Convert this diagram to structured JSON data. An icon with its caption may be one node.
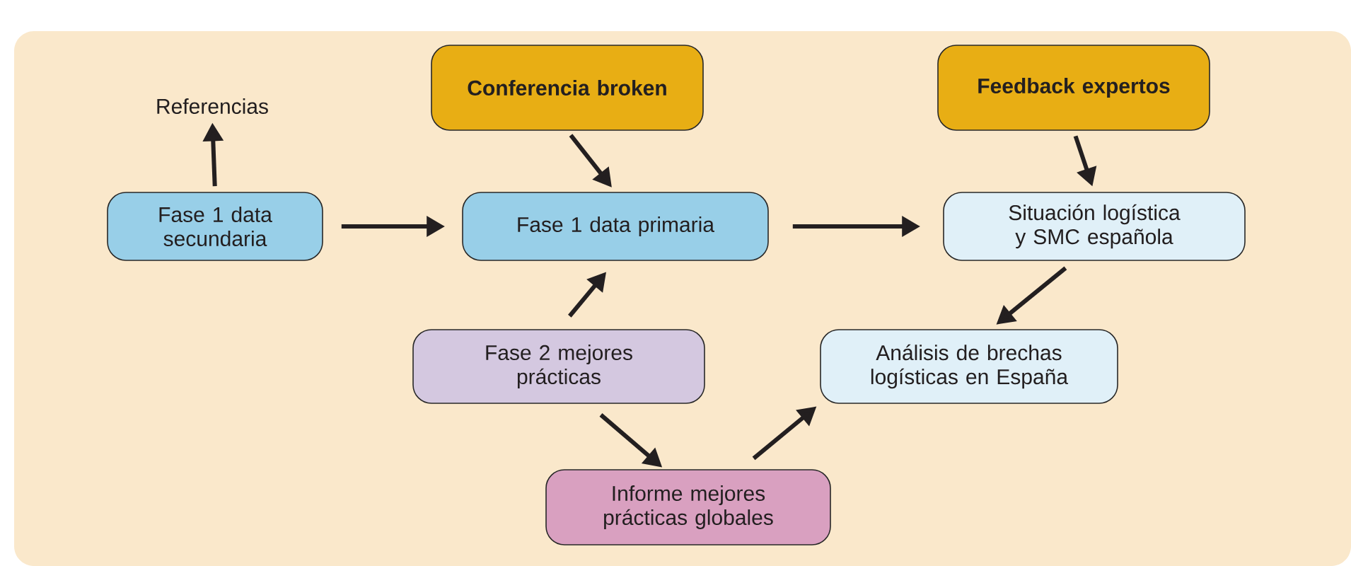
{
  "diagram": {
    "nodes": [
      {
        "text": [
          "Referencias"
        ]
      },
      {
        "text": [
          "Conferencia broken"
        ]
      },
      {
        "text": [
          "Feedback expertos"
        ]
      },
      {
        "text": [
          "Fase 1 data secundaria"
        ]
      },
      {
        "text": [
          "Fase 1 data primaria"
        ]
      },
      {
        "text": [
          "Situación logística y SMC española"
        ]
      },
      {
        "text": [
          "Fase 2 mejores prácticas"
        ]
      },
      {
        "text": [
          "Análisis de brechas logísticas en España"
        ]
      },
      {
        "text": [
          "Informe mejores prácticas globales"
        ]
      }
    ],
    "edges": [
      {
        "from": 3,
        "to": 0,
        "arrow": "to"
      },
      {
        "from": 1,
        "to": 4,
        "arrow": "to"
      },
      {
        "from": 2,
        "to": 5,
        "arrow": "to"
      },
      {
        "from": 3,
        "to": 4,
        "arrow": "to"
      },
      {
        "from": 4,
        "to": 5,
        "arrow": "to"
      },
      {
        "from": 6,
        "to": 4,
        "arrow": "to"
      },
      {
        "from": 5,
        "to": 7,
        "arrow": "to"
      },
      {
        "from": 6,
        "to": 8,
        "arrow": "to"
      },
      {
        "from": 8,
        "to": 7,
        "arrow": "to"
      }
    ]
  }
}
